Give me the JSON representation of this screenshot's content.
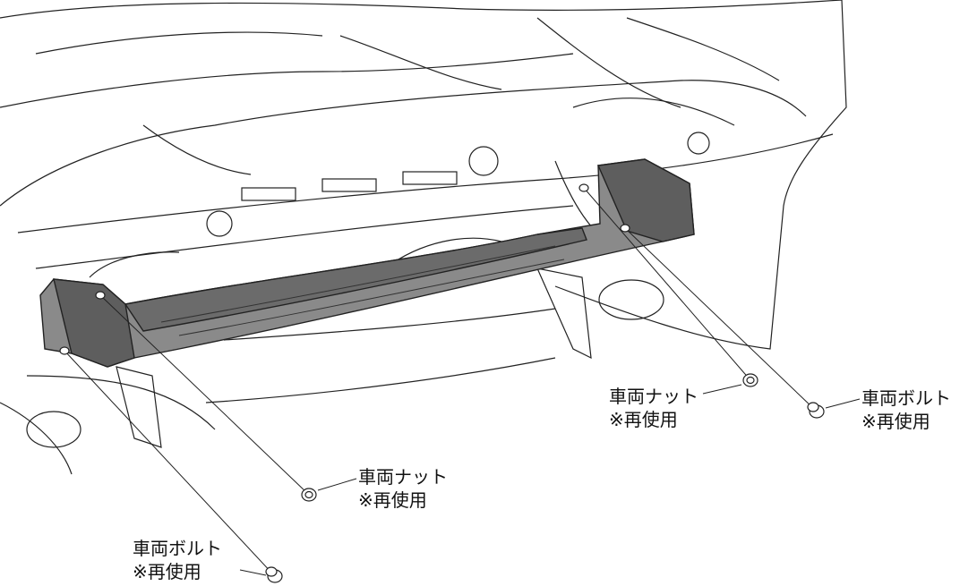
{
  "callouts": {
    "nut_left": {
      "name": "車両ナット",
      "note": "※再使用"
    },
    "bolt_left": {
      "name": "車両ボルト",
      "note": "※再使用"
    },
    "nut_right": {
      "name": "車両ナット",
      "note": "※再使用"
    },
    "bolt_right": {
      "name": "車両ボルト",
      "note": "※再使用"
    }
  },
  "colors": {
    "line": "#222222",
    "reinforcement_fill": "#8a8a8a",
    "reinforcement_dark": "#5e5e5e",
    "background": "#ffffff"
  }
}
